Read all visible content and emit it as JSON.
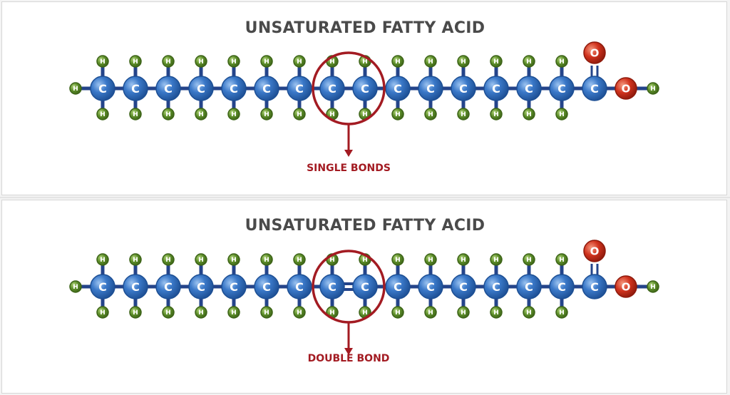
{
  "panels": [
    {
      "title": "UNSATURATED FATTY ACID",
      "label": "SINGLE BONDS",
      "bond": "single"
    },
    {
      "title": "UNSATURATED FATTY ACID",
      "label": "DOUBLE BOND",
      "bond": "double"
    }
  ],
  "atoms": {
    "carbon": "C",
    "hydrogen": "H",
    "oxygen": "O",
    "carbon_count": 16
  },
  "colors": {
    "carbon": "#3a78c8",
    "carbon_dark": "#1d4f94",
    "hydrogen": "#5e8f2a",
    "hydrogen_dark": "#3d6418",
    "oxygen": "#d0321d",
    "oxygen_dark": "#8e1a0c",
    "bond": "#24448a",
    "highlight": "#a31b22",
    "title": "#4a4a4a"
  }
}
